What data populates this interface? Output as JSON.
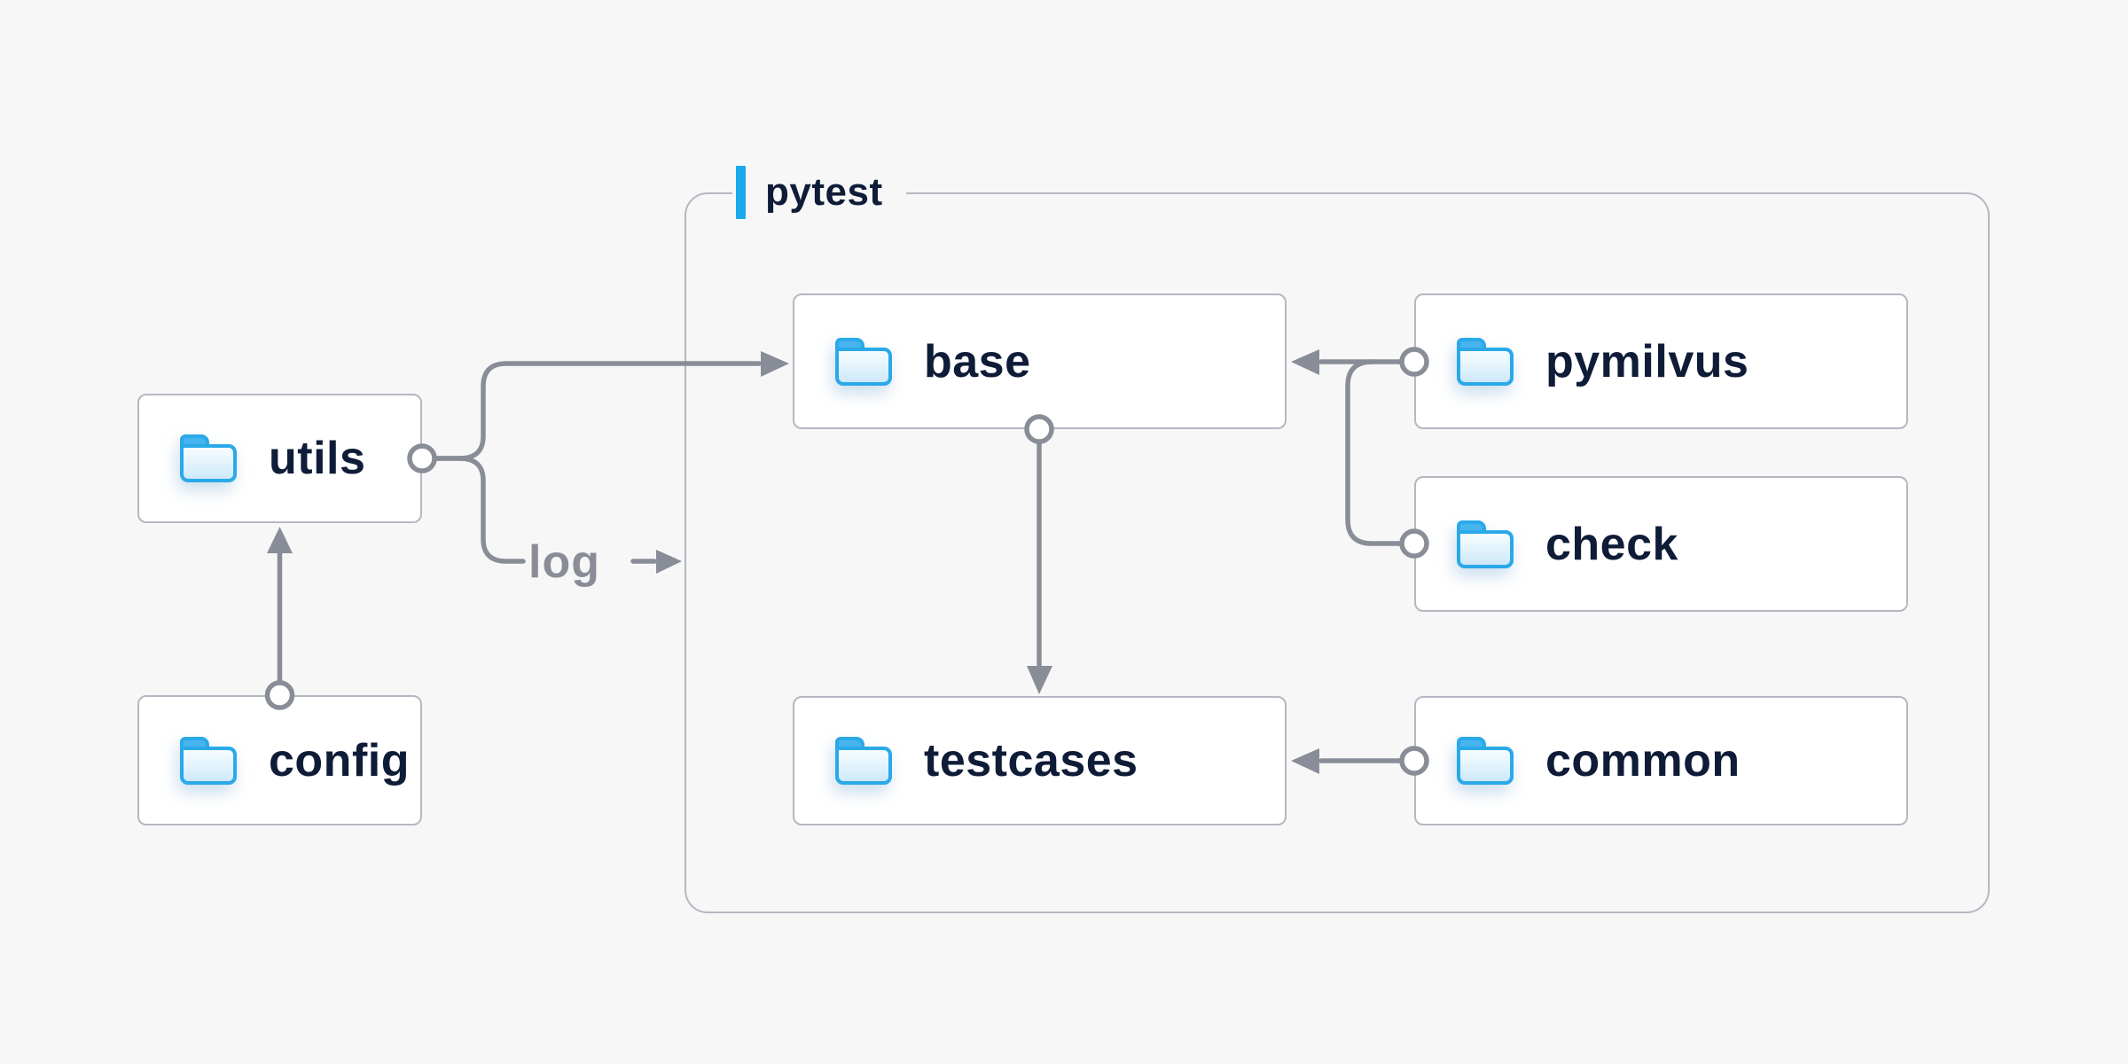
{
  "container": {
    "label": "pytest"
  },
  "nodes": [
    {
      "id": "utils",
      "label": "utils",
      "icon": "folder-icon"
    },
    {
      "id": "config",
      "label": "config",
      "icon": "folder-icon"
    },
    {
      "id": "base",
      "label": "base",
      "icon": "folder-icon"
    },
    {
      "id": "pymilvus",
      "label": "pymilvus",
      "icon": "folder-icon"
    },
    {
      "id": "check",
      "label": "check",
      "icon": "folder-icon"
    },
    {
      "id": "testcases",
      "label": "testcases",
      "icon": "folder-icon"
    },
    {
      "id": "common",
      "label": "common",
      "icon": "folder-icon"
    }
  ],
  "edges": [
    {
      "from": "config",
      "to": "utils",
      "style": "arrow-into-utils-bottom"
    },
    {
      "from": "utils",
      "to": "base",
      "style": "arrow-into-base-left"
    },
    {
      "from": "utils",
      "to": "log",
      "style": "labeled-stub-into-container"
    },
    {
      "from": "pymilvus",
      "to": "base",
      "style": "arrow-into-base-right"
    },
    {
      "from": "check",
      "to": "base",
      "style": "branch-joins-pymilvus-line"
    },
    {
      "from": "base",
      "to": "testcases",
      "style": "arrow-into-testcases-top"
    },
    {
      "from": "common",
      "to": "testcases",
      "style": "arrow-into-testcases-right"
    }
  ],
  "log_label": "log",
  "colors": {
    "background": "#f7f7f8",
    "node_fill": "#ffffff",
    "node_border": "#b5b8c2",
    "wire_gray": "#898d98",
    "text_dark_navy": "#0f1c38",
    "text_gray": "#8a8d97",
    "accent_blue": "#1aa8ee",
    "folder_stroke": "#2aa9e9",
    "folder_tab_fill": "#47b4ee",
    "folder_body_fill": "#e4f4fc"
  }
}
